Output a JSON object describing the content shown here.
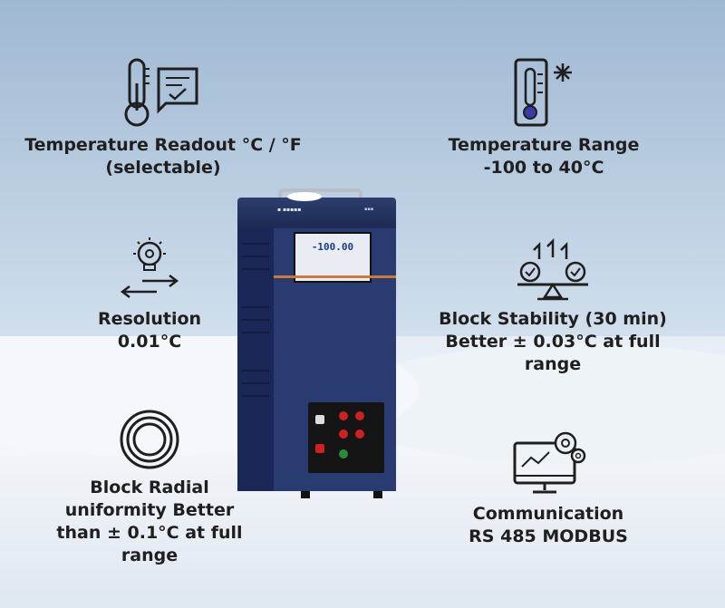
{
  "features": [
    {
      "icon": "thermometer-checklist-icon",
      "lines": [
        "Temperature Readout °C / °F",
        "(selectable)"
      ]
    },
    {
      "icon": "thermometer-snowflake-icon",
      "lines": [
        "Temperature Range",
        "-100 to 40°C"
      ]
    },
    {
      "icon": "gear-bulb-arrows-icon",
      "lines": [
        "Resolution",
        "0.01°C"
      ]
    },
    {
      "icon": "balance-check-icon",
      "lines": [
        "Block Stability (30 min)",
        "Better ± 0.03°C at full",
        "range"
      ]
    },
    {
      "icon": "concentric-circles-icon",
      "lines": [
        "Block Radial",
        "uniformity Better",
        "than ± 0.1°C at full",
        "range"
      ]
    },
    {
      "icon": "monitor-gears-icon",
      "lines": [
        "Communication",
        "RS 485 MODBUS"
      ]
    }
  ],
  "device": {
    "screen_readout": "-100.00"
  },
  "colors": {
    "text": "#1f1f1f",
    "device_body": "#233468",
    "accent_stripe": "#c87a3a",
    "icon_accent": "#3b3ba8"
  }
}
